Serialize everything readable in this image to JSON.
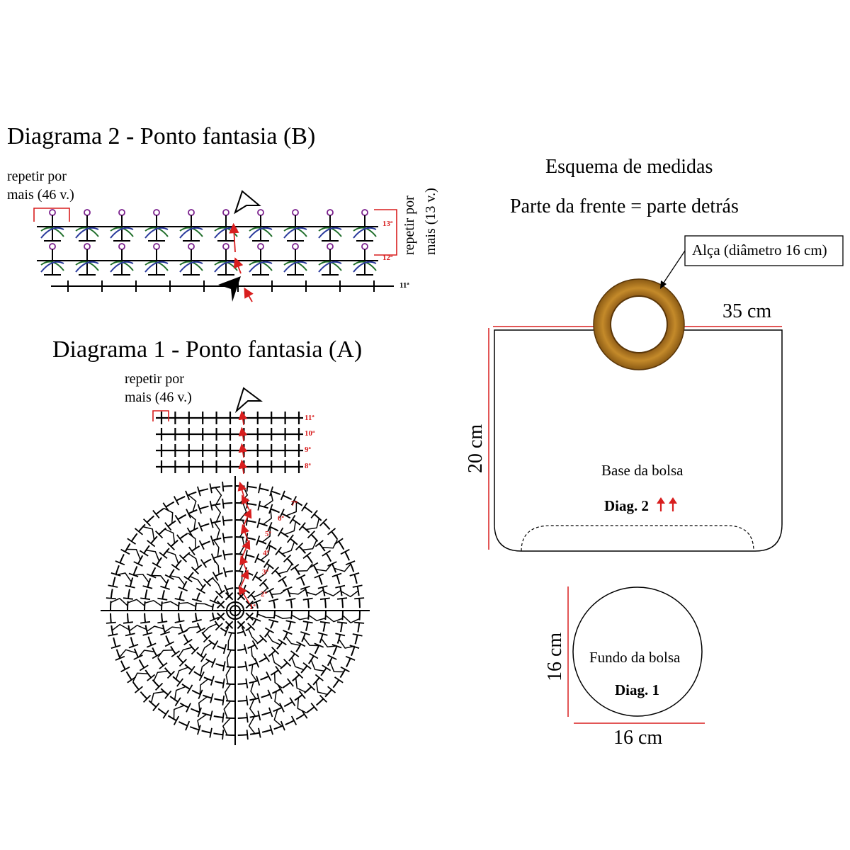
{
  "diagram2": {
    "title": "Diagrama 2 - Ponto fantasia (B)",
    "repeat_h_line1": "repetir por",
    "repeat_h_line2": "mais (46 v.)",
    "repeat_v_line1": "repetir por",
    "repeat_v_line2": "mais (13 v.)",
    "row_labels": [
      "13ª",
      "12ª",
      "11ª"
    ]
  },
  "diagram1": {
    "title": "Diagrama 1 - Ponto fantasia (A)",
    "repeat_line1": "repetir por",
    "repeat_line2": "mais (46 v.)",
    "row_labels": [
      "11ª",
      "10ª",
      "9ª",
      "8ª"
    ],
    "round_labels": [
      "7ª",
      "6ª",
      "5ª",
      "4ª",
      "3ª",
      "2ª",
      "1ª"
    ]
  },
  "schema": {
    "title": "Esquema de medidas",
    "subtitle": "Parte da frente = parte detrás",
    "handle_label": "Alça (diâmetro 16 cm)",
    "width_label": "35 cm",
    "height_label": "20 cm",
    "base_label": "Base da bolsa",
    "base_diag": "Diag. 2",
    "bottom_label": "Fundo da bolsa",
    "bottom_diag": "Diag. 1",
    "bottom_height": "16 cm",
    "bottom_width": "16 cm"
  },
  "colors": {
    "red": "#d81e1e",
    "blue": "#2a3a9c",
    "green": "#1f6e2a",
    "purple": "#7a1f8c",
    "handle": "#b0791f"
  }
}
